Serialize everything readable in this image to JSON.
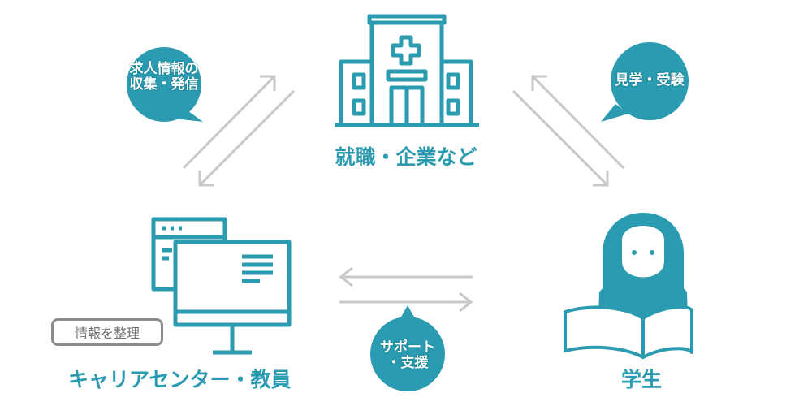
{
  "colors": {
    "accent": "#2a9bb0",
    "arrow": "#c8c8c8",
    "tag_border": "#8c8c8c"
  },
  "nodes": {
    "company": {
      "label": "就職・企業など",
      "icon": "hospital-building-icon"
    },
    "center": {
      "label": "キャリアセンター・教員",
      "icon": "computer-monitor-icon"
    },
    "student": {
      "label": "学生",
      "icon": "student-reading-icon"
    }
  },
  "bubbles": {
    "recruit": {
      "line1": "求人情報の",
      "line2": "収集・発信"
    },
    "visit": {
      "line1": "見学・受験"
    },
    "support": {
      "line1": "サポート",
      "line2": "・支援"
    }
  },
  "tag": {
    "label": "情報を整理"
  }
}
